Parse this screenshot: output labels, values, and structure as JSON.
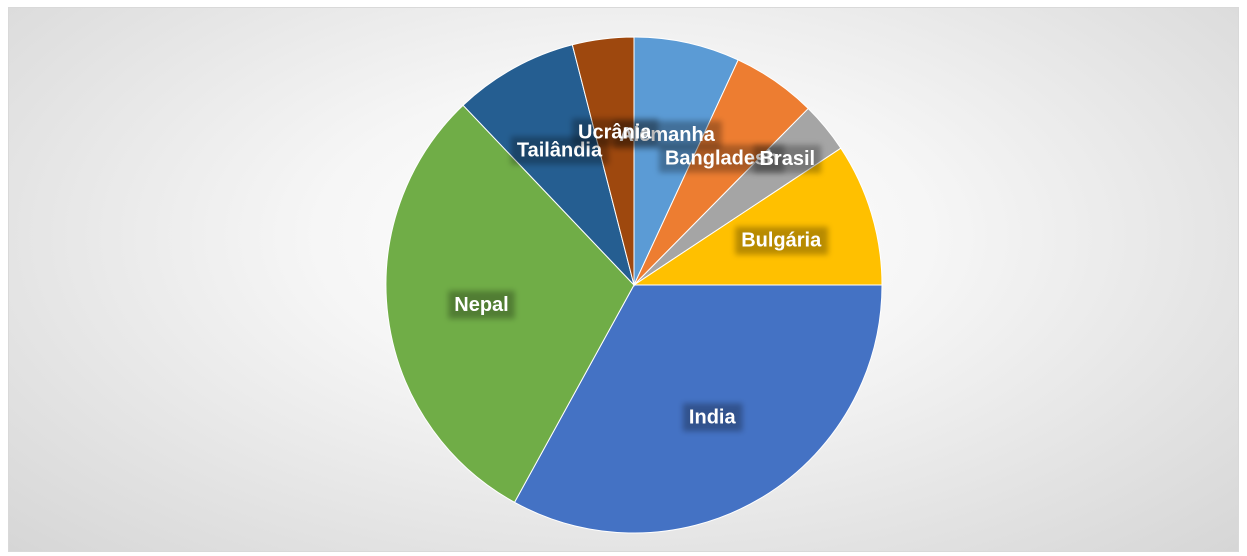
{
  "chart_data": {
    "type": "pie",
    "start_angle_deg": 0,
    "direction": "clockwise",
    "slices": [
      {
        "label": "Alemanha",
        "value": 6.9,
        "color": "#5B9BD5"
      },
      {
        "label": "Bangladesh",
        "value": 5.5,
        "color": "#ED7D31"
      },
      {
        "label": "Brasil",
        "value": 3.3,
        "color": "#A5A5A5"
      },
      {
        "label": "Bulgária",
        "value": 9.3,
        "color": "#FFC000"
      },
      {
        "label": "India",
        "value": 33.0,
        "color": "#4472C4"
      },
      {
        "label": "Nepal",
        "value": 29.9,
        "color": "#70AD47"
      },
      {
        "label": "Tailândia",
        "value": 8.1,
        "color": "#255E91"
      },
      {
        "label": "Ucrânia",
        "value": 4.0,
        "color": "#9E480E"
      }
    ],
    "title": "",
    "legend": "none",
    "data_labels": "category-name"
  }
}
